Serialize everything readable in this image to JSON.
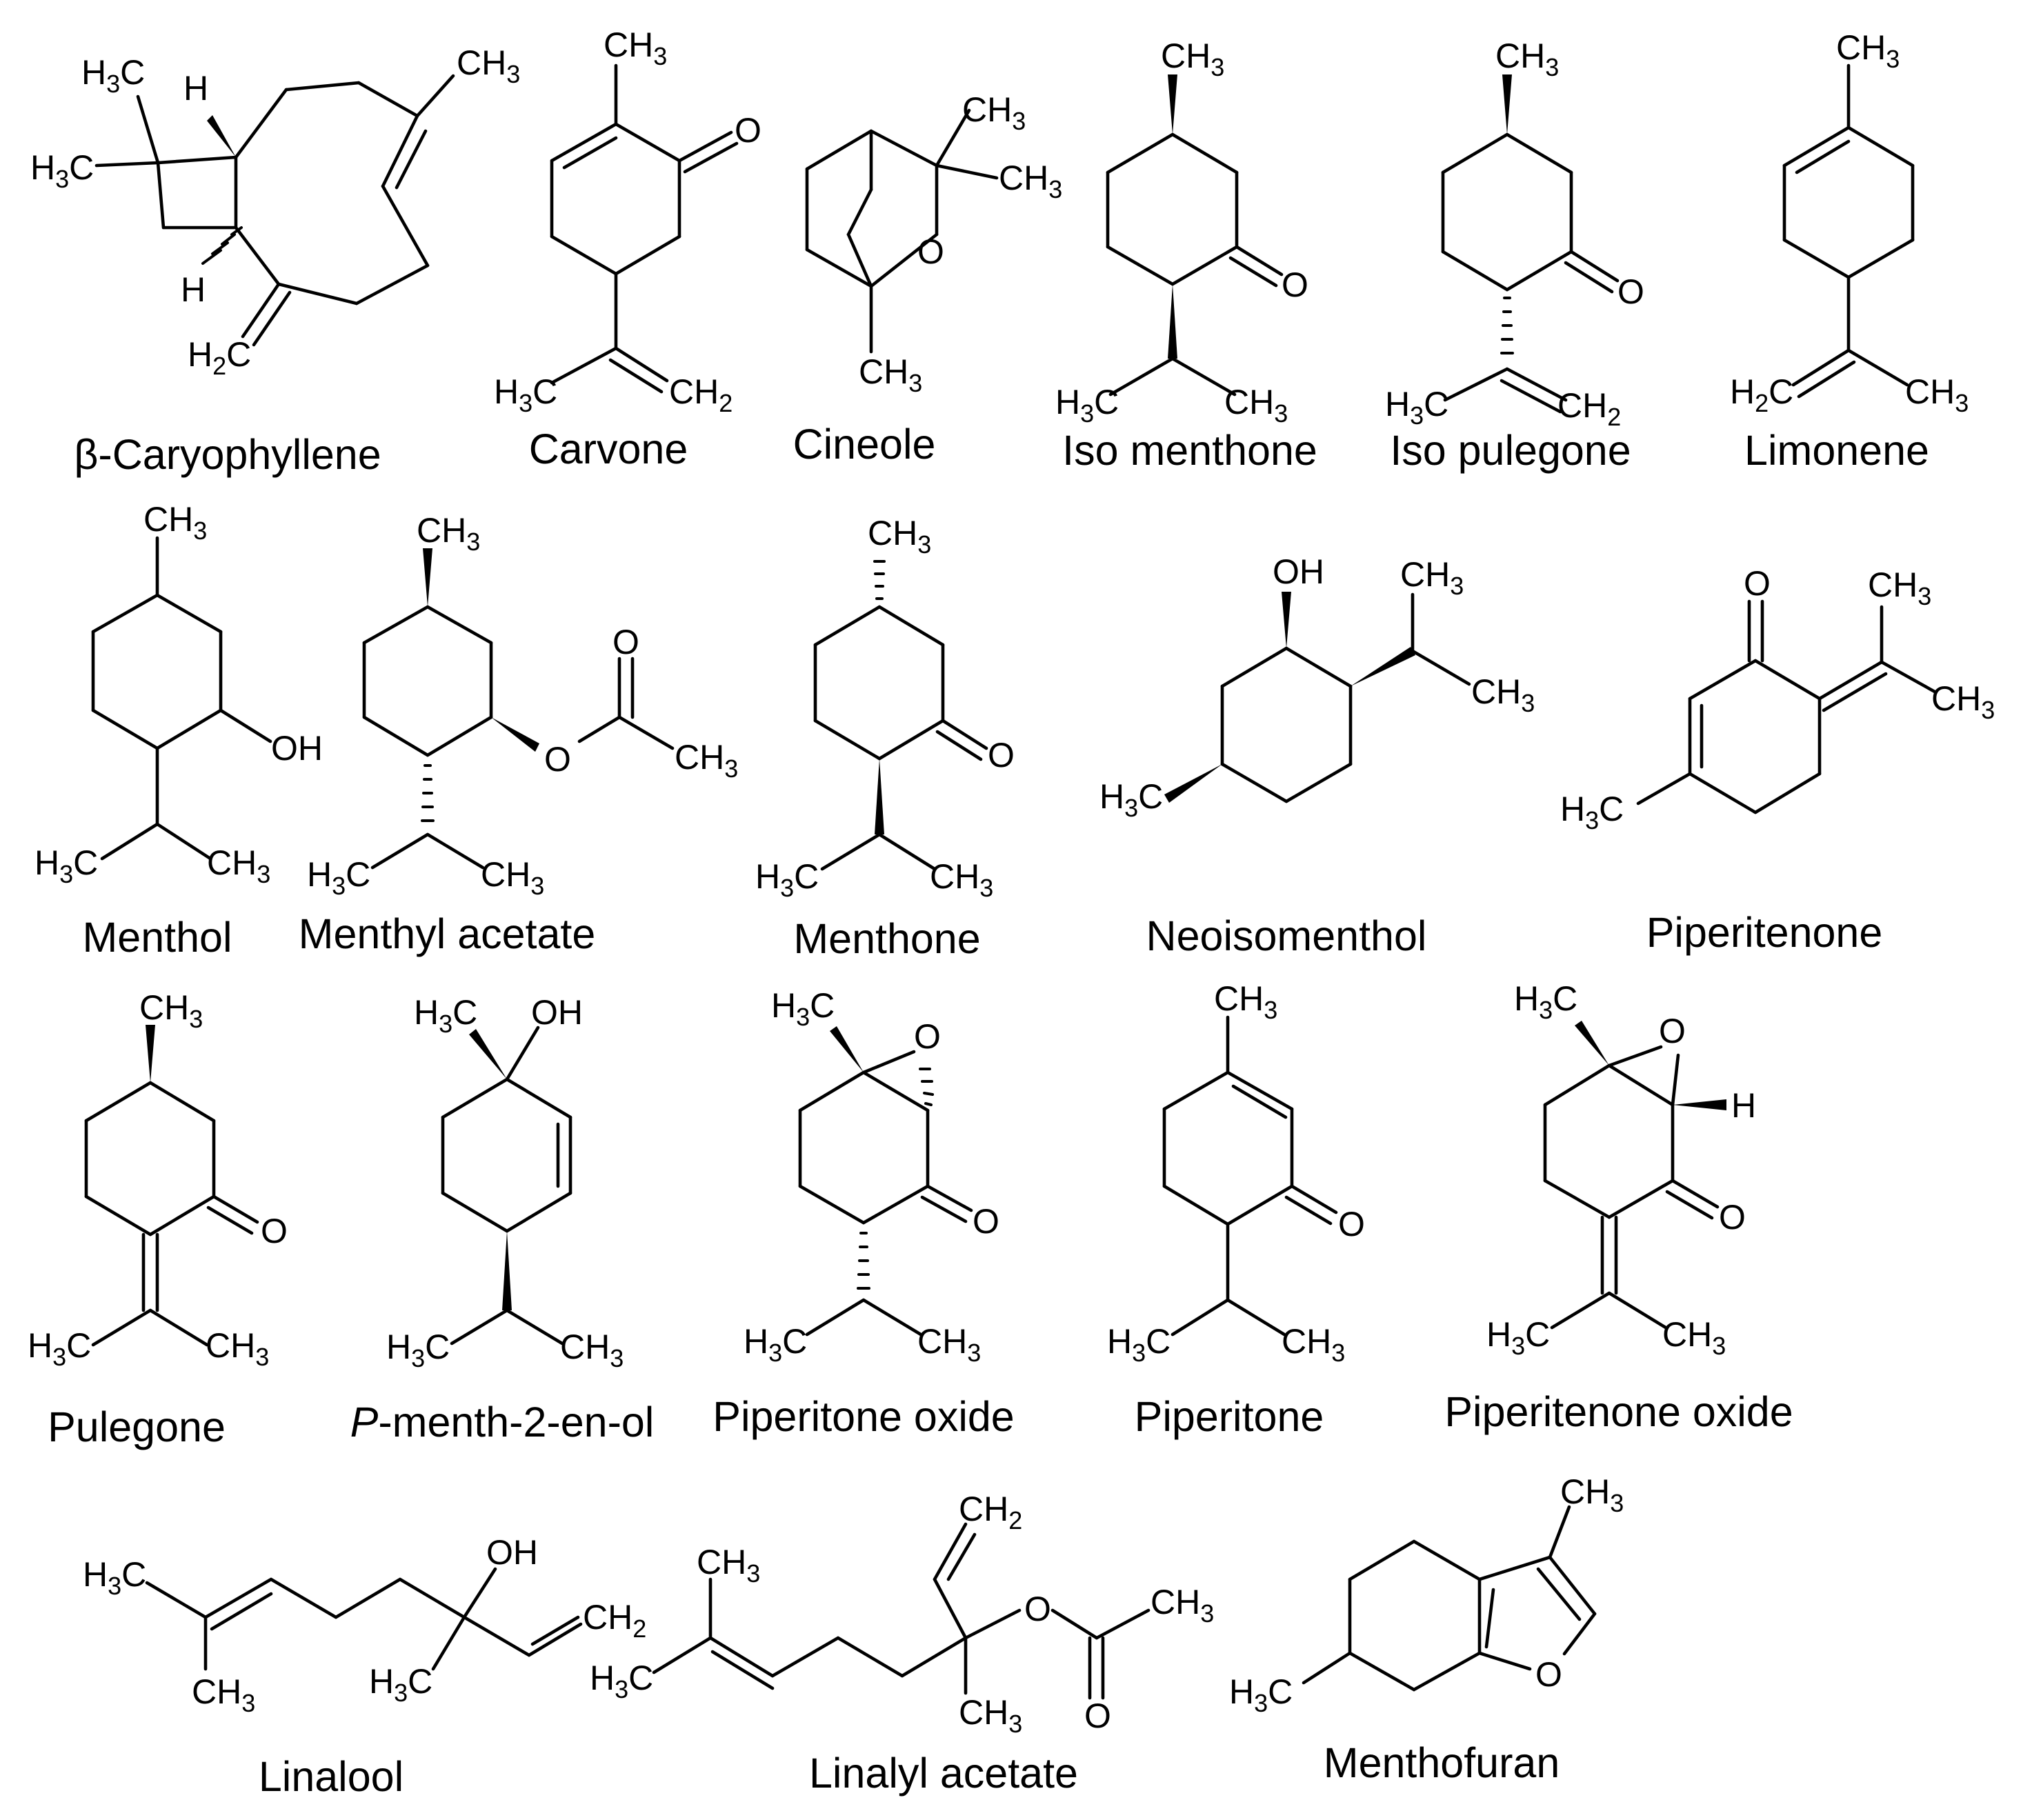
{
  "figure": {
    "compounds": [
      {
        "name": "β-Caryophyllene",
        "labels": [
          [
            "H",
            "3",
            "C"
          ],
          [
            "H",
            "3",
            "C"
          ],
          [
            "H"
          ],
          [
            "H"
          ],
          [
            "CH",
            "3"
          ],
          [
            "H",
            "2",
            "C"
          ]
        ]
      },
      {
        "name": "Carvone",
        "labels": [
          [
            "CH",
            "3"
          ],
          [
            "O"
          ],
          [
            "H",
            "3",
            "C"
          ],
          [
            "CH",
            "2"
          ]
        ]
      },
      {
        "name": "Cineole",
        "labels": [
          [
            "CH",
            "3"
          ],
          [
            "CH",
            "3"
          ],
          [
            "O"
          ],
          [
            "CH",
            "3"
          ]
        ]
      },
      {
        "name": "Iso menthone",
        "labels": [
          [
            "CH",
            "3"
          ],
          [
            "O"
          ],
          [
            "H",
            "3",
            "C"
          ],
          [
            "CH",
            "3"
          ]
        ]
      },
      {
        "name": "Iso pulegone",
        "labels": [
          [
            "CH",
            "3"
          ],
          [
            "O"
          ],
          [
            "H",
            "3",
            "C"
          ],
          [
            "CH",
            "2"
          ]
        ]
      },
      {
        "name": "Limonene",
        "labels": [
          [
            "CH",
            "3"
          ],
          [
            "H",
            "2",
            "C"
          ],
          [
            "CH",
            "3"
          ]
        ]
      },
      {
        "name": "Menthol",
        "labels": [
          [
            "CH",
            "3"
          ],
          [
            "OH"
          ],
          [
            "H",
            "3",
            "C"
          ],
          [
            "CH",
            "3"
          ]
        ]
      },
      {
        "name": "Menthyl acetate",
        "labels": [
          [
            "CH",
            "3"
          ],
          [
            "O"
          ],
          [
            "O"
          ],
          [
            "CH",
            "3"
          ],
          [
            "H",
            "3",
            "C"
          ],
          [
            "CH",
            "3"
          ]
        ]
      },
      {
        "name": "Menthone",
        "labels": [
          [
            "CH",
            "3"
          ],
          [
            "O"
          ],
          [
            "H",
            "3",
            "C"
          ],
          [
            "CH",
            "3"
          ]
        ]
      },
      {
        "name": "Neoisomenthol",
        "labels": [
          [
            "OH"
          ],
          [
            "CH",
            "3"
          ],
          [
            "CH",
            "3"
          ],
          [
            "H",
            "3",
            "C"
          ]
        ]
      },
      {
        "name": "Piperitenone",
        "labels": [
          [
            "O"
          ],
          [
            "CH",
            "3"
          ],
          [
            "CH",
            "3"
          ],
          [
            "H",
            "3",
            "C"
          ]
        ]
      },
      {
        "name": "Pulegone",
        "labels": [
          [
            "CH",
            "3"
          ],
          [
            "O"
          ],
          [
            "H",
            "3",
            "C"
          ],
          [
            "CH",
            "3"
          ]
        ]
      },
      {
        "name_italic": "P",
        "name": "-menth-2-en-ol",
        "labels": [
          [
            "H",
            "3",
            "C"
          ],
          [
            "OH"
          ],
          [
            "H",
            "3",
            "C"
          ],
          [
            "CH",
            "3"
          ]
        ]
      },
      {
        "name": "Piperitone oxide",
        "labels": [
          [
            "H",
            "3",
            "C"
          ],
          [
            "O"
          ],
          [
            "O"
          ],
          [
            "H",
            "3",
            "C"
          ],
          [
            "CH",
            "3"
          ]
        ]
      },
      {
        "name": "Piperitone",
        "labels": [
          [
            "CH",
            "3"
          ],
          [
            "O"
          ],
          [
            "H",
            "3",
            "C"
          ],
          [
            "CH",
            "3"
          ]
        ]
      },
      {
        "name": "Piperitenone oxide",
        "labels": [
          [
            "H",
            "3",
            "C"
          ],
          [
            "O"
          ],
          [
            "H"
          ],
          [
            "O"
          ],
          [
            "H",
            "3",
            "C"
          ],
          [
            "CH",
            "3"
          ]
        ]
      },
      {
        "name": "Linalool",
        "labels": [
          [
            "H",
            "3",
            "C"
          ],
          [
            "CH",
            "3"
          ],
          [
            "OH"
          ],
          [
            "CH",
            "2"
          ],
          [
            "H",
            "3",
            "C"
          ]
        ]
      },
      {
        "name": "Linalyl acetate",
        "labels": [
          [
            "CH",
            "3"
          ],
          [
            "H",
            "3",
            "C"
          ],
          [
            "CH",
            "2"
          ],
          [
            "O"
          ],
          [
            "CH",
            "3"
          ],
          [
            "CH",
            "3"
          ],
          [
            "O"
          ]
        ]
      },
      {
        "name": "Menthofuran",
        "labels": [
          [
            "CH",
            "3"
          ],
          [
            "H",
            "3",
            "C"
          ],
          [
            "O"
          ]
        ]
      }
    ]
  }
}
